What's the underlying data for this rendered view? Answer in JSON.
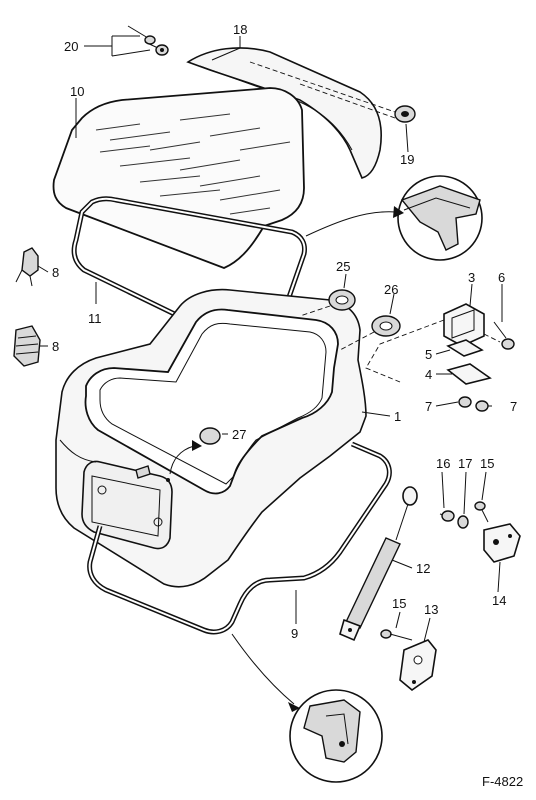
{
  "figure_ref": "F-4822",
  "callouts": {
    "c1": "1",
    "c3": "3",
    "c4": "4",
    "c5": "5",
    "c6": "6",
    "c7a": "7",
    "c7b": "7",
    "c8a": "8",
    "c8b": "8",
    "c9": "9",
    "c10": "10",
    "c11": "11",
    "c12": "12",
    "c13": "13",
    "c14": "14",
    "c15a": "15",
    "c15b": "15",
    "c16": "16",
    "c17": "17",
    "c18": "18",
    "c19": "19",
    "c20": "20",
    "c25": "25",
    "c26": "26",
    "c27": "27"
  }
}
